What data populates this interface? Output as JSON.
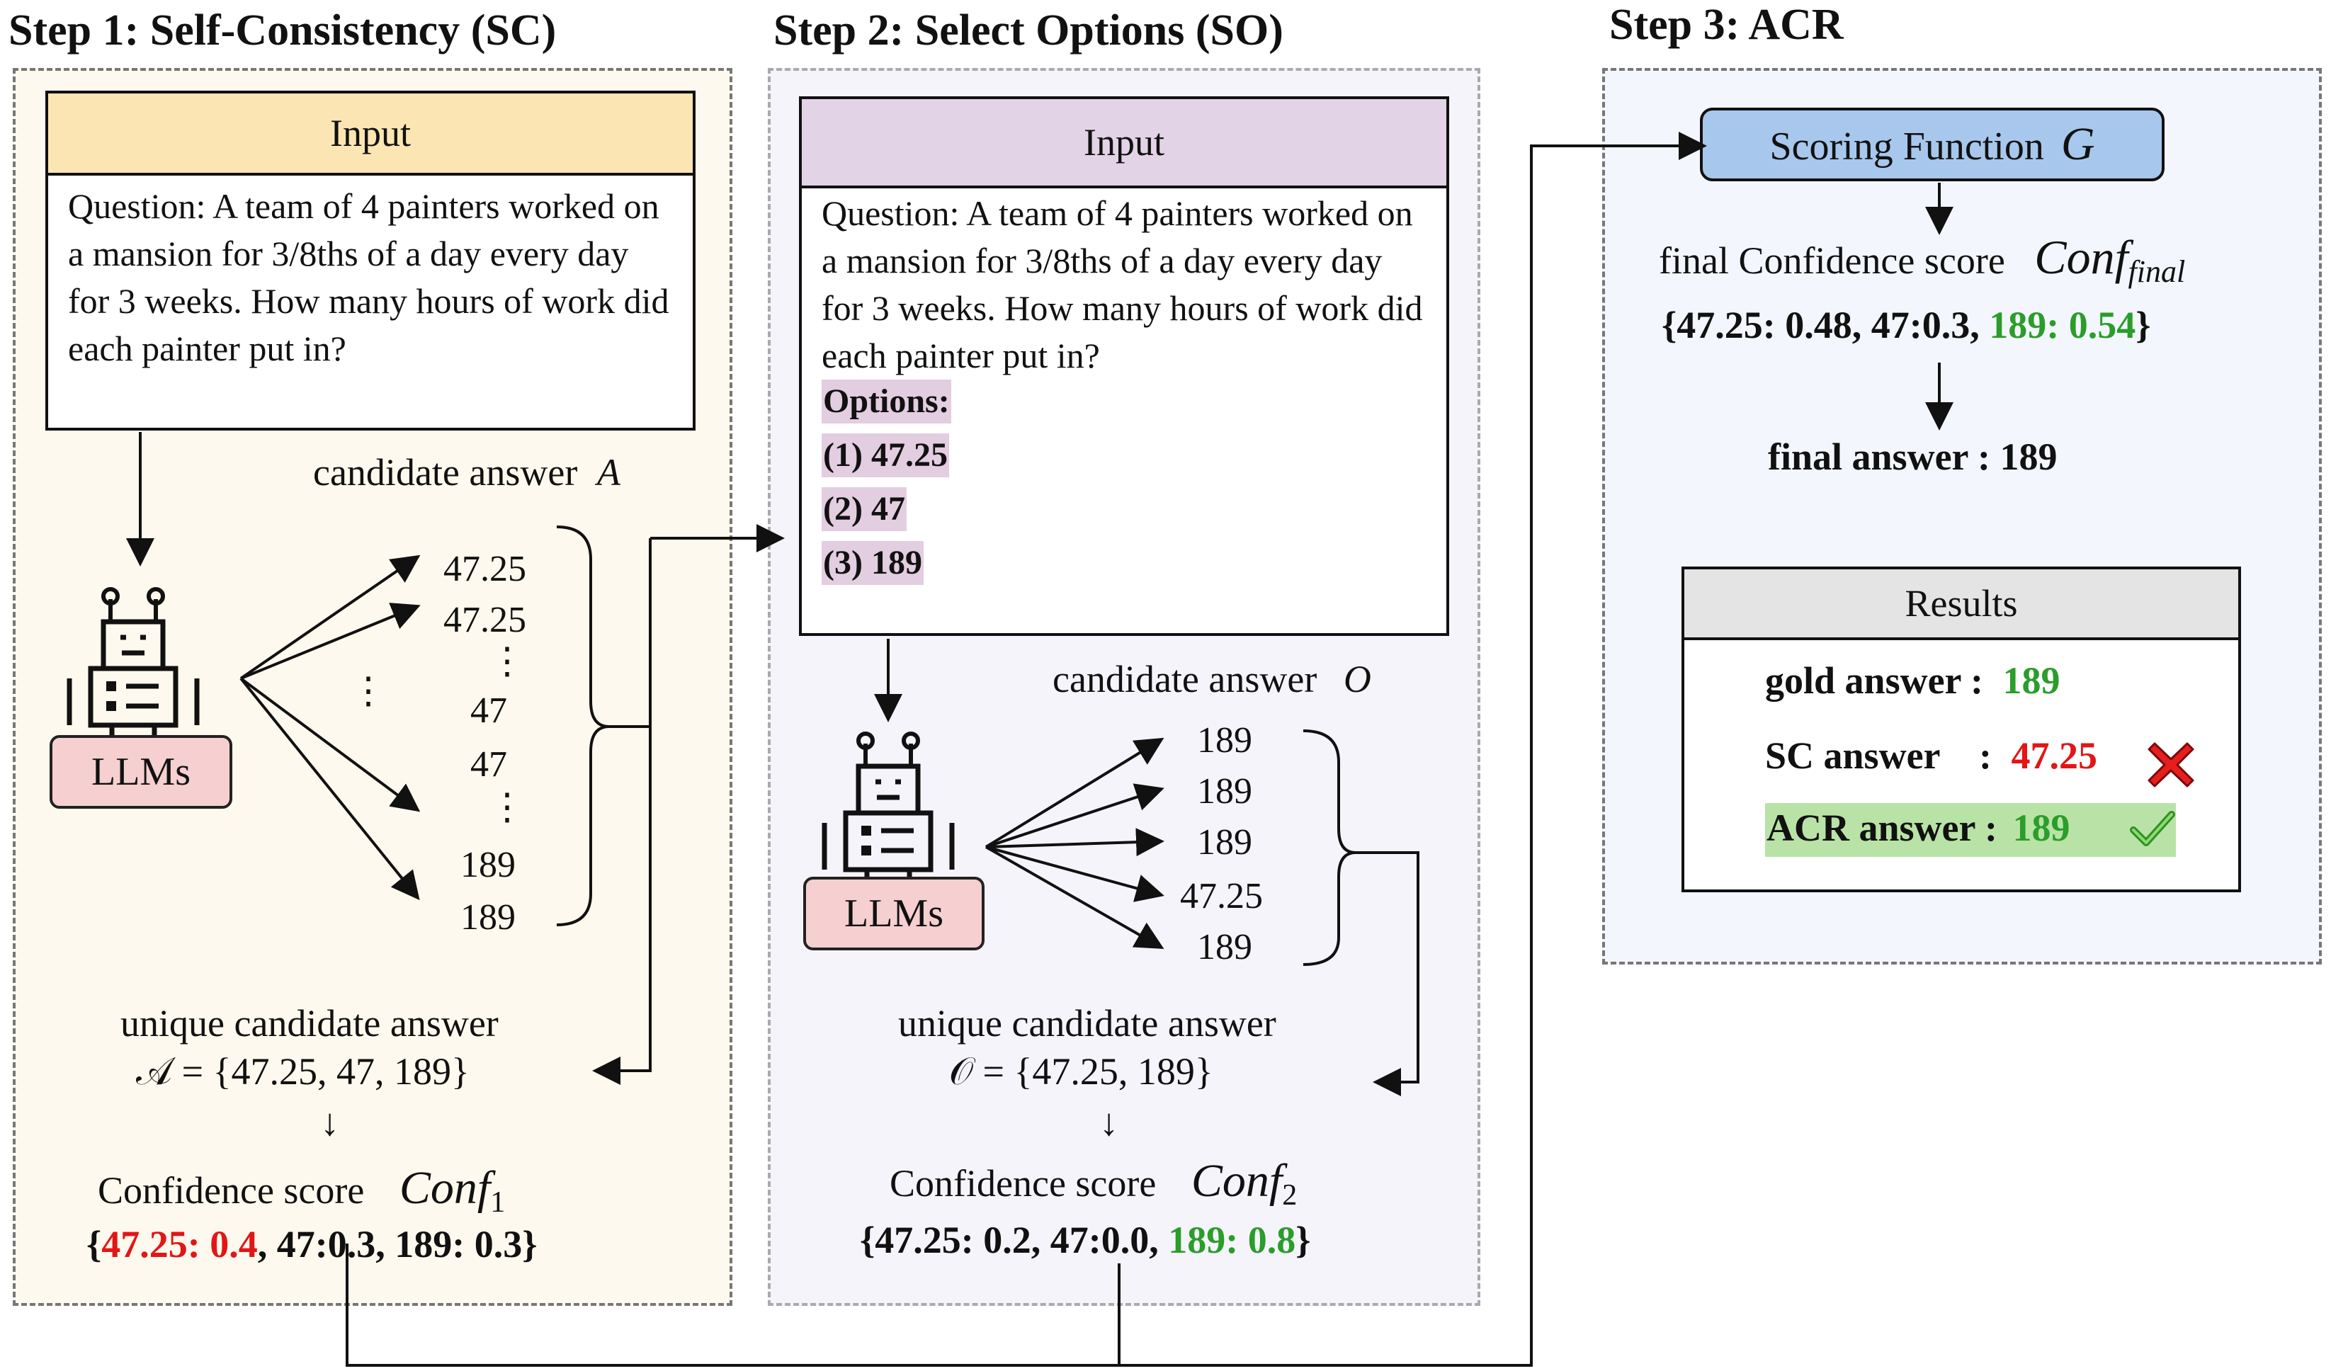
{
  "step1": {
    "title": "Step 1: Self-Consistency (SC)",
    "input_header": "Input",
    "question": "Question: A team of 4 painters worked on a mansion for 3/8ths of a day every day for 3 weeks. How many hours of work did each painter put in?",
    "llm_label": "LLMs",
    "candidate_label": "candidate answer",
    "candidate_symbol": "A",
    "candidates": [
      "47.25",
      "47.25",
      "⋮",
      "47",
      "47",
      "⋮",
      "189",
      "189"
    ],
    "side_dots": "⋮",
    "unique_label": "unique candidate answer",
    "unique_set": "𝒜 = {47.25, 47, 189}",
    "down_arrow": "↓",
    "confidence_label": "Confidence score",
    "confidence_symbol": "Conf",
    "confidence_sub": "1",
    "scores": [
      {
        "text": "{",
        "color": "#111111"
      },
      {
        "text": "47.25: 0.4",
        "color": "#e21616"
      },
      {
        "text": ", 47:0.3, 189: 0.3}",
        "color": "#111111"
      }
    ]
  },
  "step2": {
    "title": "Step 2: Select Options (SO)",
    "input_header": "Input",
    "question": "Question: A team of 4 painters worked on a mansion for 3/8ths of a day every day for 3 weeks. How many hours of work did each painter put in?",
    "options_label": "Options:",
    "options": [
      "(1) 47.25",
      "(2) 47",
      "(3) 189"
    ],
    "llm_label": "LLMs",
    "candidate_label": "candidate answer",
    "candidate_symbol": "O",
    "candidates": [
      "189",
      "189",
      "189",
      "47.25",
      "189"
    ],
    "unique_label": "unique candidate answer",
    "unique_set": "𝒪 = {47.25, 189}",
    "down_arrow": "↓",
    "confidence_label": "Confidence score",
    "confidence_symbol": "Conf",
    "confidence_sub": "2",
    "scores": [
      {
        "text": "{47.25: 0.2, 47:0.0, ",
        "color": "#111111"
      },
      {
        "text": "189: 0.8",
        "color": "#2a9d2a"
      },
      {
        "text": "}",
        "color": "#111111"
      }
    ]
  },
  "step3": {
    "title": "Step 3: ACR",
    "scoring_label": "Scoring Function",
    "scoring_symbol": "G",
    "final_conf_label": "final Confidence score",
    "final_conf_symbol": "Conf",
    "final_conf_sub": "final",
    "final_scores": [
      {
        "text": "{47.25: 0.48, 47:0.3, ",
        "color": "#111111"
      },
      {
        "text": "189: 0.54",
        "color": "#2a9d2a"
      },
      {
        "text": "}",
        "color": "#111111"
      }
    ],
    "final_answer": "final answer : 189",
    "results_header": "Results",
    "gold_label": "gold answer :",
    "gold_value": "189",
    "sc_label": "SC answer",
    "sc_colon": ":",
    "sc_value": "47.25",
    "acr_label": "ACR answer :",
    "acr_value": "189",
    "colors": {
      "wrong": "#e21616",
      "right": "#2a9d2a",
      "acr_highlight": "#b9e3a6"
    }
  },
  "colors": {
    "step1_bg": "#fdf9ee",
    "step1_header": "#fbe6b3",
    "step2_bg": "#f5f4fa",
    "step2_header": "#e2d3e6",
    "step3_bg": "#f3f6fc",
    "scoring_bg": "#a7c7ec",
    "results_header": "#e4e4e4",
    "llm_bg": "#f6cfd0"
  }
}
